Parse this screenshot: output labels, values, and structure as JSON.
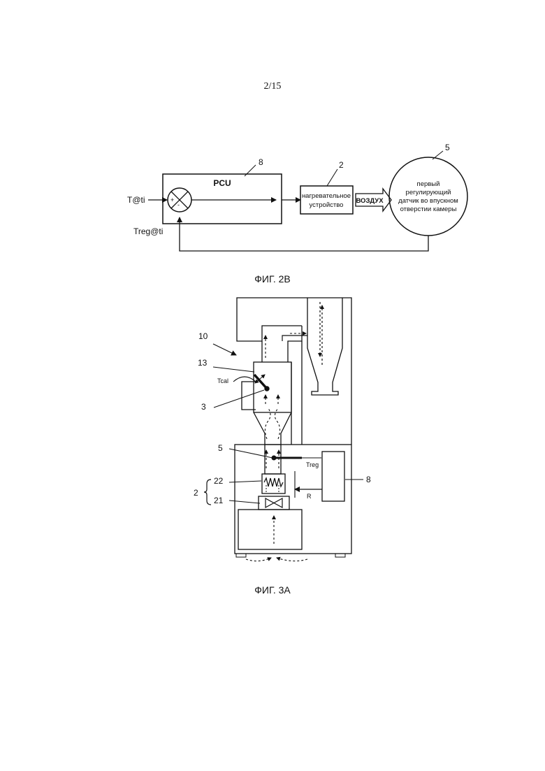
{
  "page_number": "2/15",
  "fig2b": {
    "caption": "ФИГ. 2B",
    "pcu_label": "PCU",
    "input_label": "T@ti",
    "feedback_label": "Treg@ti",
    "plus": "+",
    "minus": "-",
    "heater_line1": "нагревательное",
    "heater_line2": "устройство",
    "air_label": "ВОЗДУХ",
    "sensor_line1": "первый",
    "sensor_line2": "регулирующий",
    "sensor_line3": "датчик во впускном",
    "sensor_line4": "отверстии камеры",
    "ref_pcu": "8",
    "ref_heater": "2",
    "ref_sensor": "5"
  },
  "fig3a": {
    "caption": "ФИГ. 3A",
    "ref_10": "10",
    "ref_13": "13",
    "ref_3": "3",
    "ref_5": "5",
    "ref_2": "2",
    "ref_22": "22",
    "ref_21": "21",
    "ref_8": "8",
    "label_tcal": "Tcal",
    "label_treg": "Treg",
    "label_r": "R"
  }
}
